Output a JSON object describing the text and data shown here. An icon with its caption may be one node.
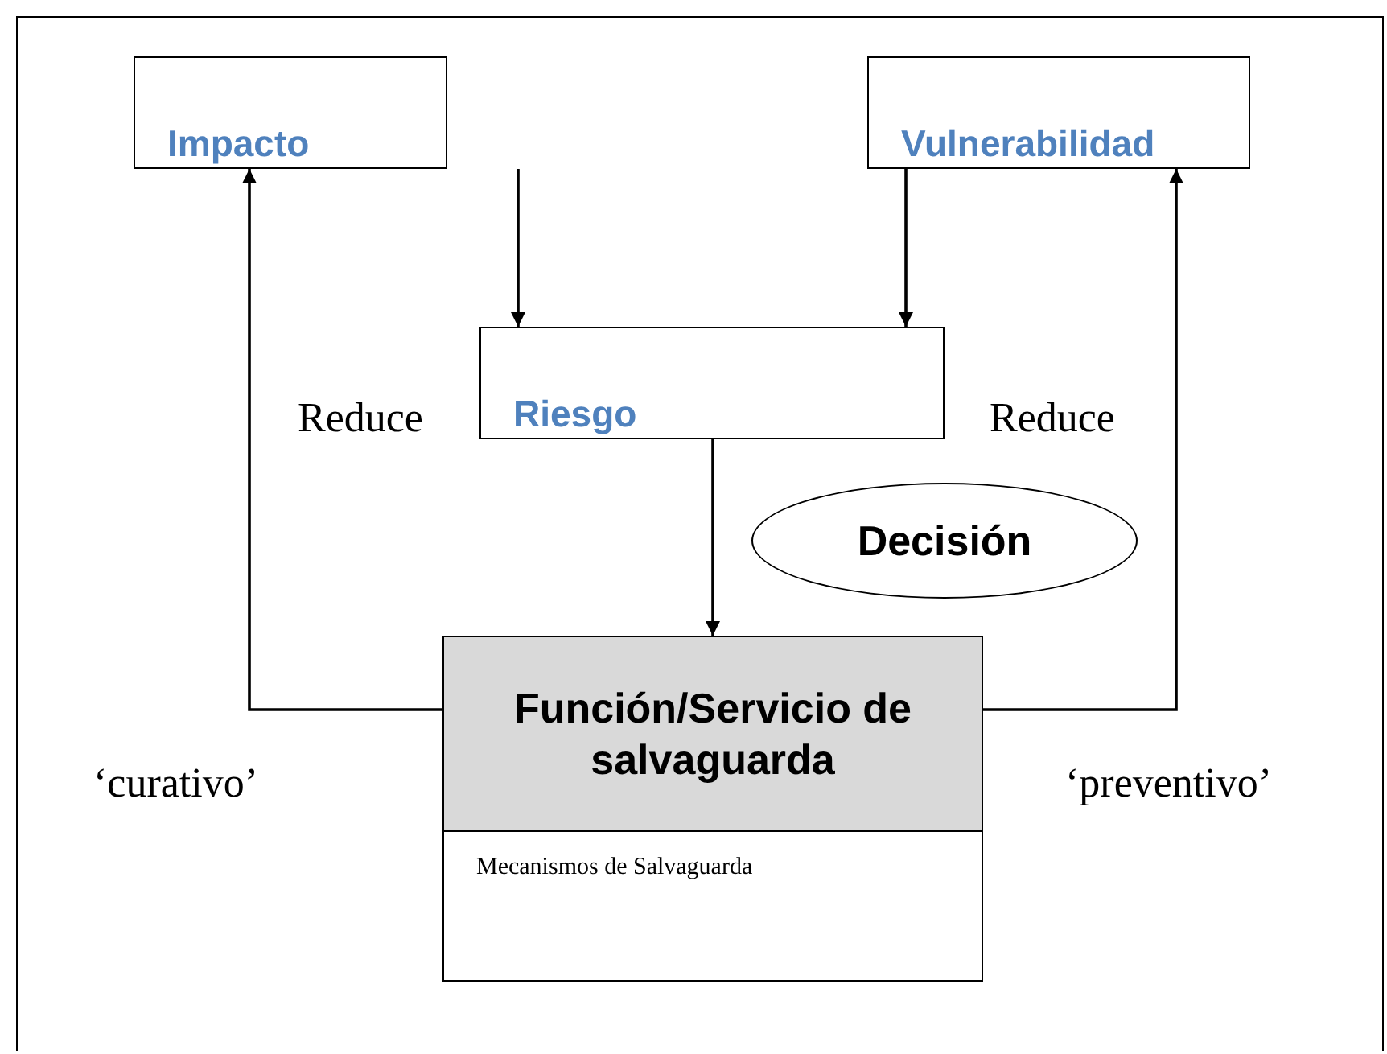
{
  "diagram": {
    "nodes": [
      {
        "text": [
          "Impacto"
        ]
      },
      {
        "text": [
          "Vulnerabilidad"
        ]
      },
      {
        "text": [
          "Riesgo"
        ]
      },
      {
        "text": [
          "Decisión"
        ]
      },
      {
        "text": [
          "Función/Servicio de salvaguarda",
          "Mecanismos de Salvaguarda"
        ]
      }
    ],
    "edges": [
      {
        "from": 0,
        "to": 2,
        "arrow": "to"
      },
      {
        "from": 1,
        "to": 2,
        "arrow": "to"
      },
      {
        "from": 2,
        "to": 4,
        "arrow": "to"
      },
      {
        "from": 4,
        "to": 0,
        "arrow": "to",
        "label": "Reduce"
      },
      {
        "from": 4,
        "to": 1,
        "arrow": "to",
        "label": "Reduce"
      }
    ],
    "labels": [
      "‘curativo’",
      "‘preventivo’"
    ]
  }
}
